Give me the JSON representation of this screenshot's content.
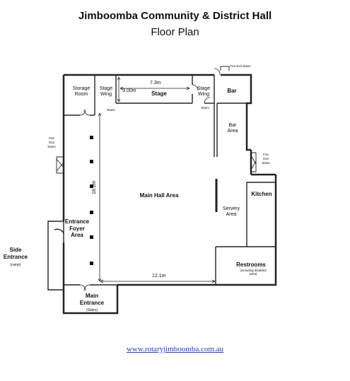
{
  "header": {
    "title": "Jimboomba Community & District Hall",
    "subtitle": "Floor Plan"
  },
  "rooms": {
    "storage": "Storage Room",
    "stage_wing_left": "Stage Wing",
    "stage": "Stage",
    "stage_wing_right": "Stage Wing",
    "bar": "Bar",
    "bar_area": "Bar Area",
    "kitchen": "Kitchen",
    "servery": "Servery Area",
    "restrooms": "Restrooms",
    "restrooms_note": "(including disabled toilet)",
    "main_hall": "Main Hall Area",
    "entrance_foyer": "Entrance Foyer Area",
    "side_entrance": "Side Entrance",
    "side_entrance_note": "(ramp)",
    "main_entrance": "Main Entrance",
    "main_entrance_note": "(Stairs)"
  },
  "annotations": {
    "fire_exit_top": "Fire Exit Stairs",
    "fire_exit_left_1": "Fire",
    "fire_exit_left_2": "Exit",
    "fire_exit_left_3": "Stairs",
    "fire_exit_right_1": "Fire",
    "fire_exit_right_2": "Exit",
    "fire_exit_right_3": "Stairs",
    "stairs_left": "Stairs",
    "stairs_right": "Stairs"
  },
  "dimensions": {
    "stage_width": "7.3m",
    "stage_depth": "3.00m",
    "hall_length": "18.2m",
    "hall_width": "12.1m"
  },
  "footer": {
    "website": "www.rotaryjimboomba.com.au"
  }
}
